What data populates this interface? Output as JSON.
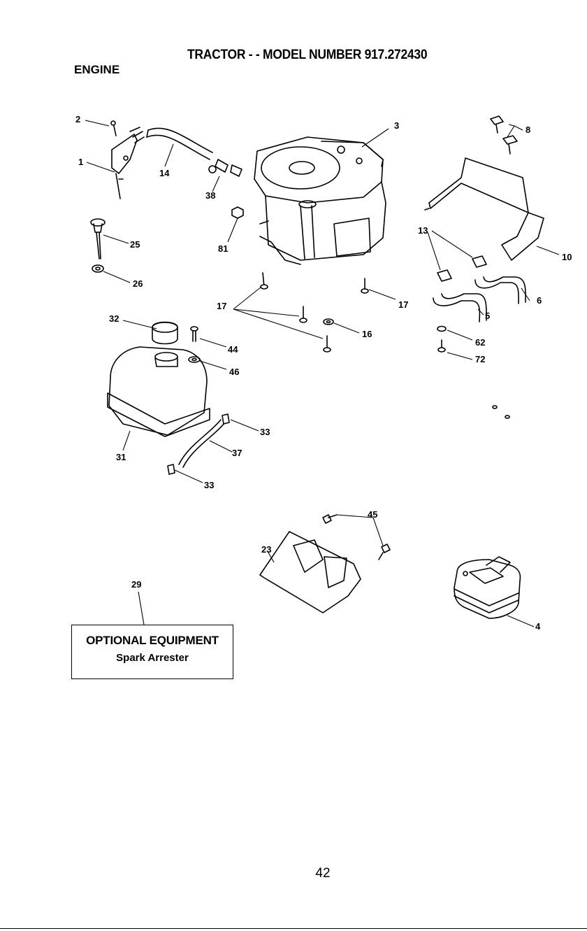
{
  "header": {
    "title": "TRACTOR - - MODEL NUMBER 917.272430",
    "section": "ENGINE"
  },
  "optional_box": {
    "line1": "OPTIONAL EQUIPMENT",
    "line2": "Spark Arrester"
  },
  "callouts": {
    "c1": "1",
    "c2": "2",
    "c3": "3",
    "c4": "4",
    "c5": "5",
    "c6": "6",
    "c8": "8",
    "c10": "10",
    "c13": "13",
    "c14": "14",
    "c16": "16",
    "c17a": "17",
    "c17b": "17",
    "c23": "23",
    "c25": "25",
    "c26": "26",
    "c29": "29",
    "c31": "31",
    "c32": "32",
    "c33a": "33",
    "c33b": "33",
    "c37": "37",
    "c38": "38",
    "c44": "44",
    "c45": "45",
    "c46": "46",
    "c62": "62",
    "c72": "72",
    "c81": "81"
  },
  "footer": {
    "page_number": "42"
  }
}
